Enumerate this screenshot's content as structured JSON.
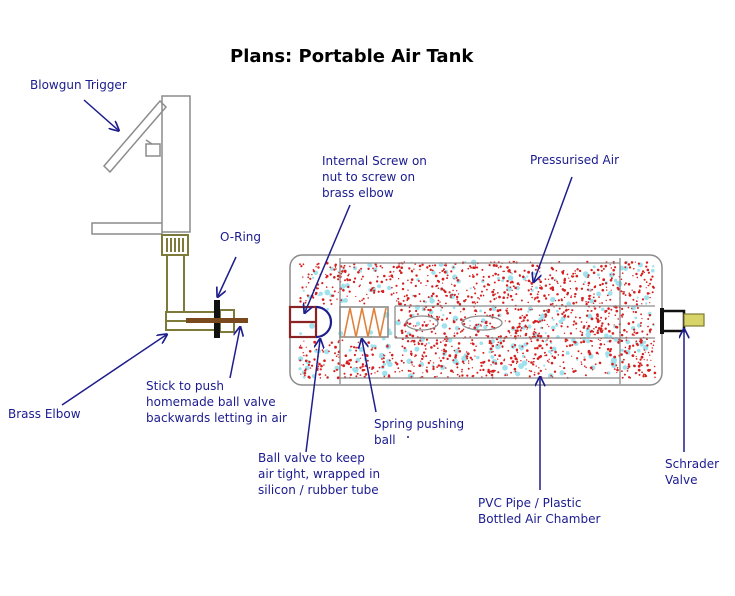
{
  "title": "Plans: Portable Air Tank",
  "labels": {
    "blowgun_trigger": "Blowgun Trigger",
    "o_ring": "O-Ring",
    "internal_screw": "Internal Screw on\nnut to screw on\nbrass elbow",
    "pressurised_air": "Pressurised Air",
    "brass_elbow": "Brass Elbow",
    "stick": "Stick to push\nhomemade ball valve\nbackwards letting in air",
    "spring": "Spring pushing\nball",
    "ball_valve": "Ball valve to keep\nair tight, wrapped in\nsilicon / rubber tube",
    "schrader": "Schrader\nValve",
    "pvc_pipe": "PVC Pipe / Plastic\nBottled Air Chamber"
  },
  "colors": {
    "label_text": "#1b1b8f",
    "arrow": "#1e1e8c",
    "outline": "#8c8c8c",
    "brass": "#7d7a3a",
    "stick": "#7a4a1e",
    "air_red": "#d42020",
    "air_cyan": "#9fe2ee",
    "ball_valve": "#8b2323",
    "spring": "#e0803a",
    "schrader_fill": "#d9d46a"
  }
}
